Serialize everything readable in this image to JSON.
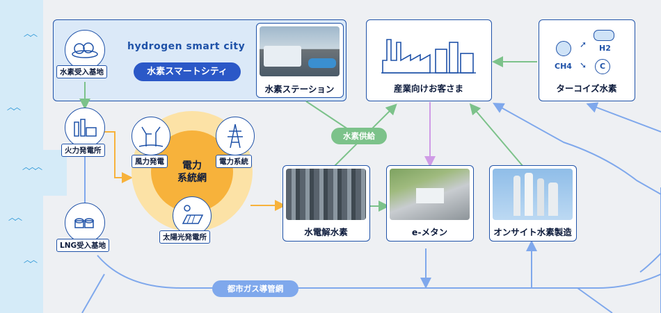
{
  "city": {
    "title": "hydrogen smart city",
    "subtitle": "水素スマートシティ"
  },
  "nodes": {
    "hydrogen_terminal": "水素受入基地",
    "thermal_plant": "火力発電所",
    "lng_terminal": "LNG受入基地",
    "wind": "風力発電",
    "grid_line": "電力系統",
    "power_grid": "電力\n系統網",
    "solar": "太陽光発電所",
    "hydrogen_station": "水素ステーション",
    "industry": "産業向けお客さま",
    "turquoise": "ターコイズ水素",
    "electrolysis": "水電解水素",
    "emethane": "e-メタン",
    "onsite": "オンサイト水素製造"
  },
  "chemistry": {
    "methane": "CH4",
    "hydrogen": "H2",
    "carbon": "C"
  },
  "flows": {
    "hydrogen_supply": "水素供給",
    "gas_network": "都市ガス導管網"
  },
  "colors": {
    "sea": "#d5ebf8",
    "navy": "#1f52a8",
    "green": "#7cc28a",
    "orange": "#f7b23b",
    "lightblue": "#7fa8ec",
    "purple": "#cf9be6"
  }
}
